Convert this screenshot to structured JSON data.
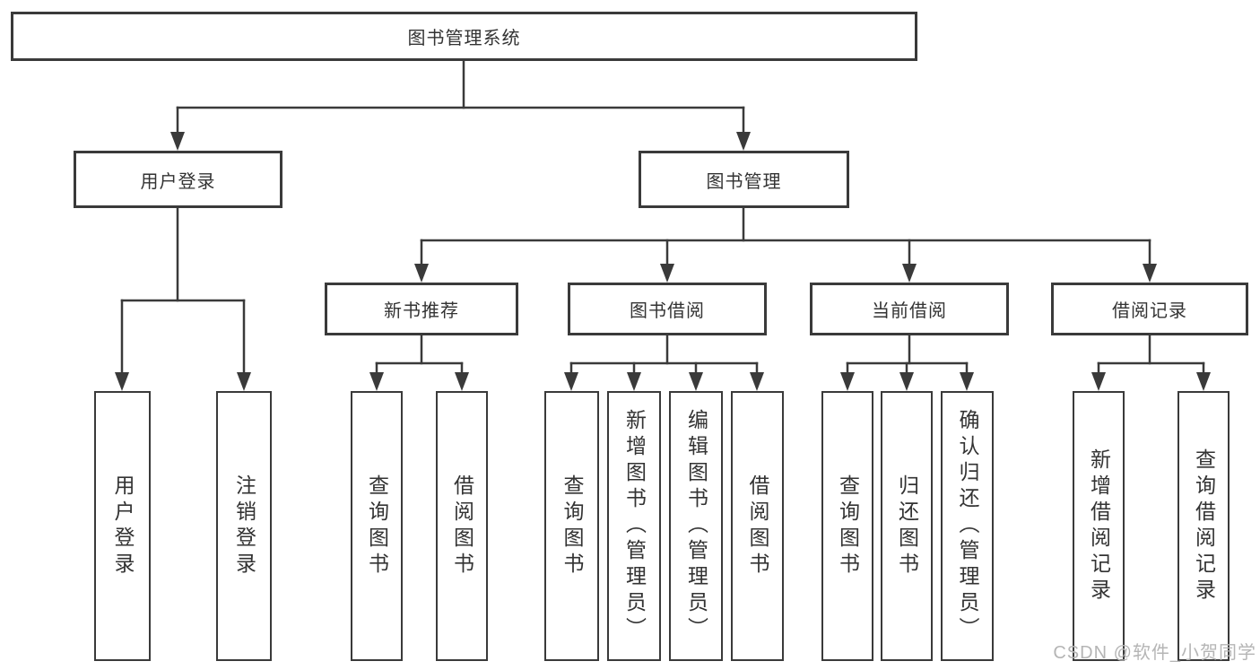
{
  "diagram": {
    "root": {
      "label": "图书管理系统"
    },
    "branches": [
      {
        "label": "用户登录",
        "children": [
          {
            "label": "用户登录"
          },
          {
            "label": "注销登录"
          }
        ]
      },
      {
        "label": "图书管理",
        "children": [
          {
            "label": "新书推荐",
            "children": [
              {
                "label": "查询图书"
              },
              {
                "label": "借阅图书"
              }
            ]
          },
          {
            "label": "图书借阅",
            "children": [
              {
                "label": "查询图书"
              },
              {
                "label": "新增图书（管理员）"
              },
              {
                "label": "编辑图书（管理员）"
              },
              {
                "label": "借阅图书"
              }
            ]
          },
          {
            "label": "当前借阅",
            "children": [
              {
                "label": "查询图书"
              },
              {
                "label": "归还图书"
              },
              {
                "label": "确认归还（管理员）"
              }
            ]
          },
          {
            "label": "借阅记录",
            "children": [
              {
                "label": "新增借阅记录"
              },
              {
                "label": "查询借阅记录"
              }
            ]
          }
        ]
      }
    ]
  },
  "watermark": {
    "text": "CSDN @软件_小贺同学",
    "color": "#b5b5b5"
  },
  "colors": {
    "line": "#3a3a3a",
    "text": "#333333",
    "box_background": "#ffffff",
    "page_background": "#ffffff"
  }
}
